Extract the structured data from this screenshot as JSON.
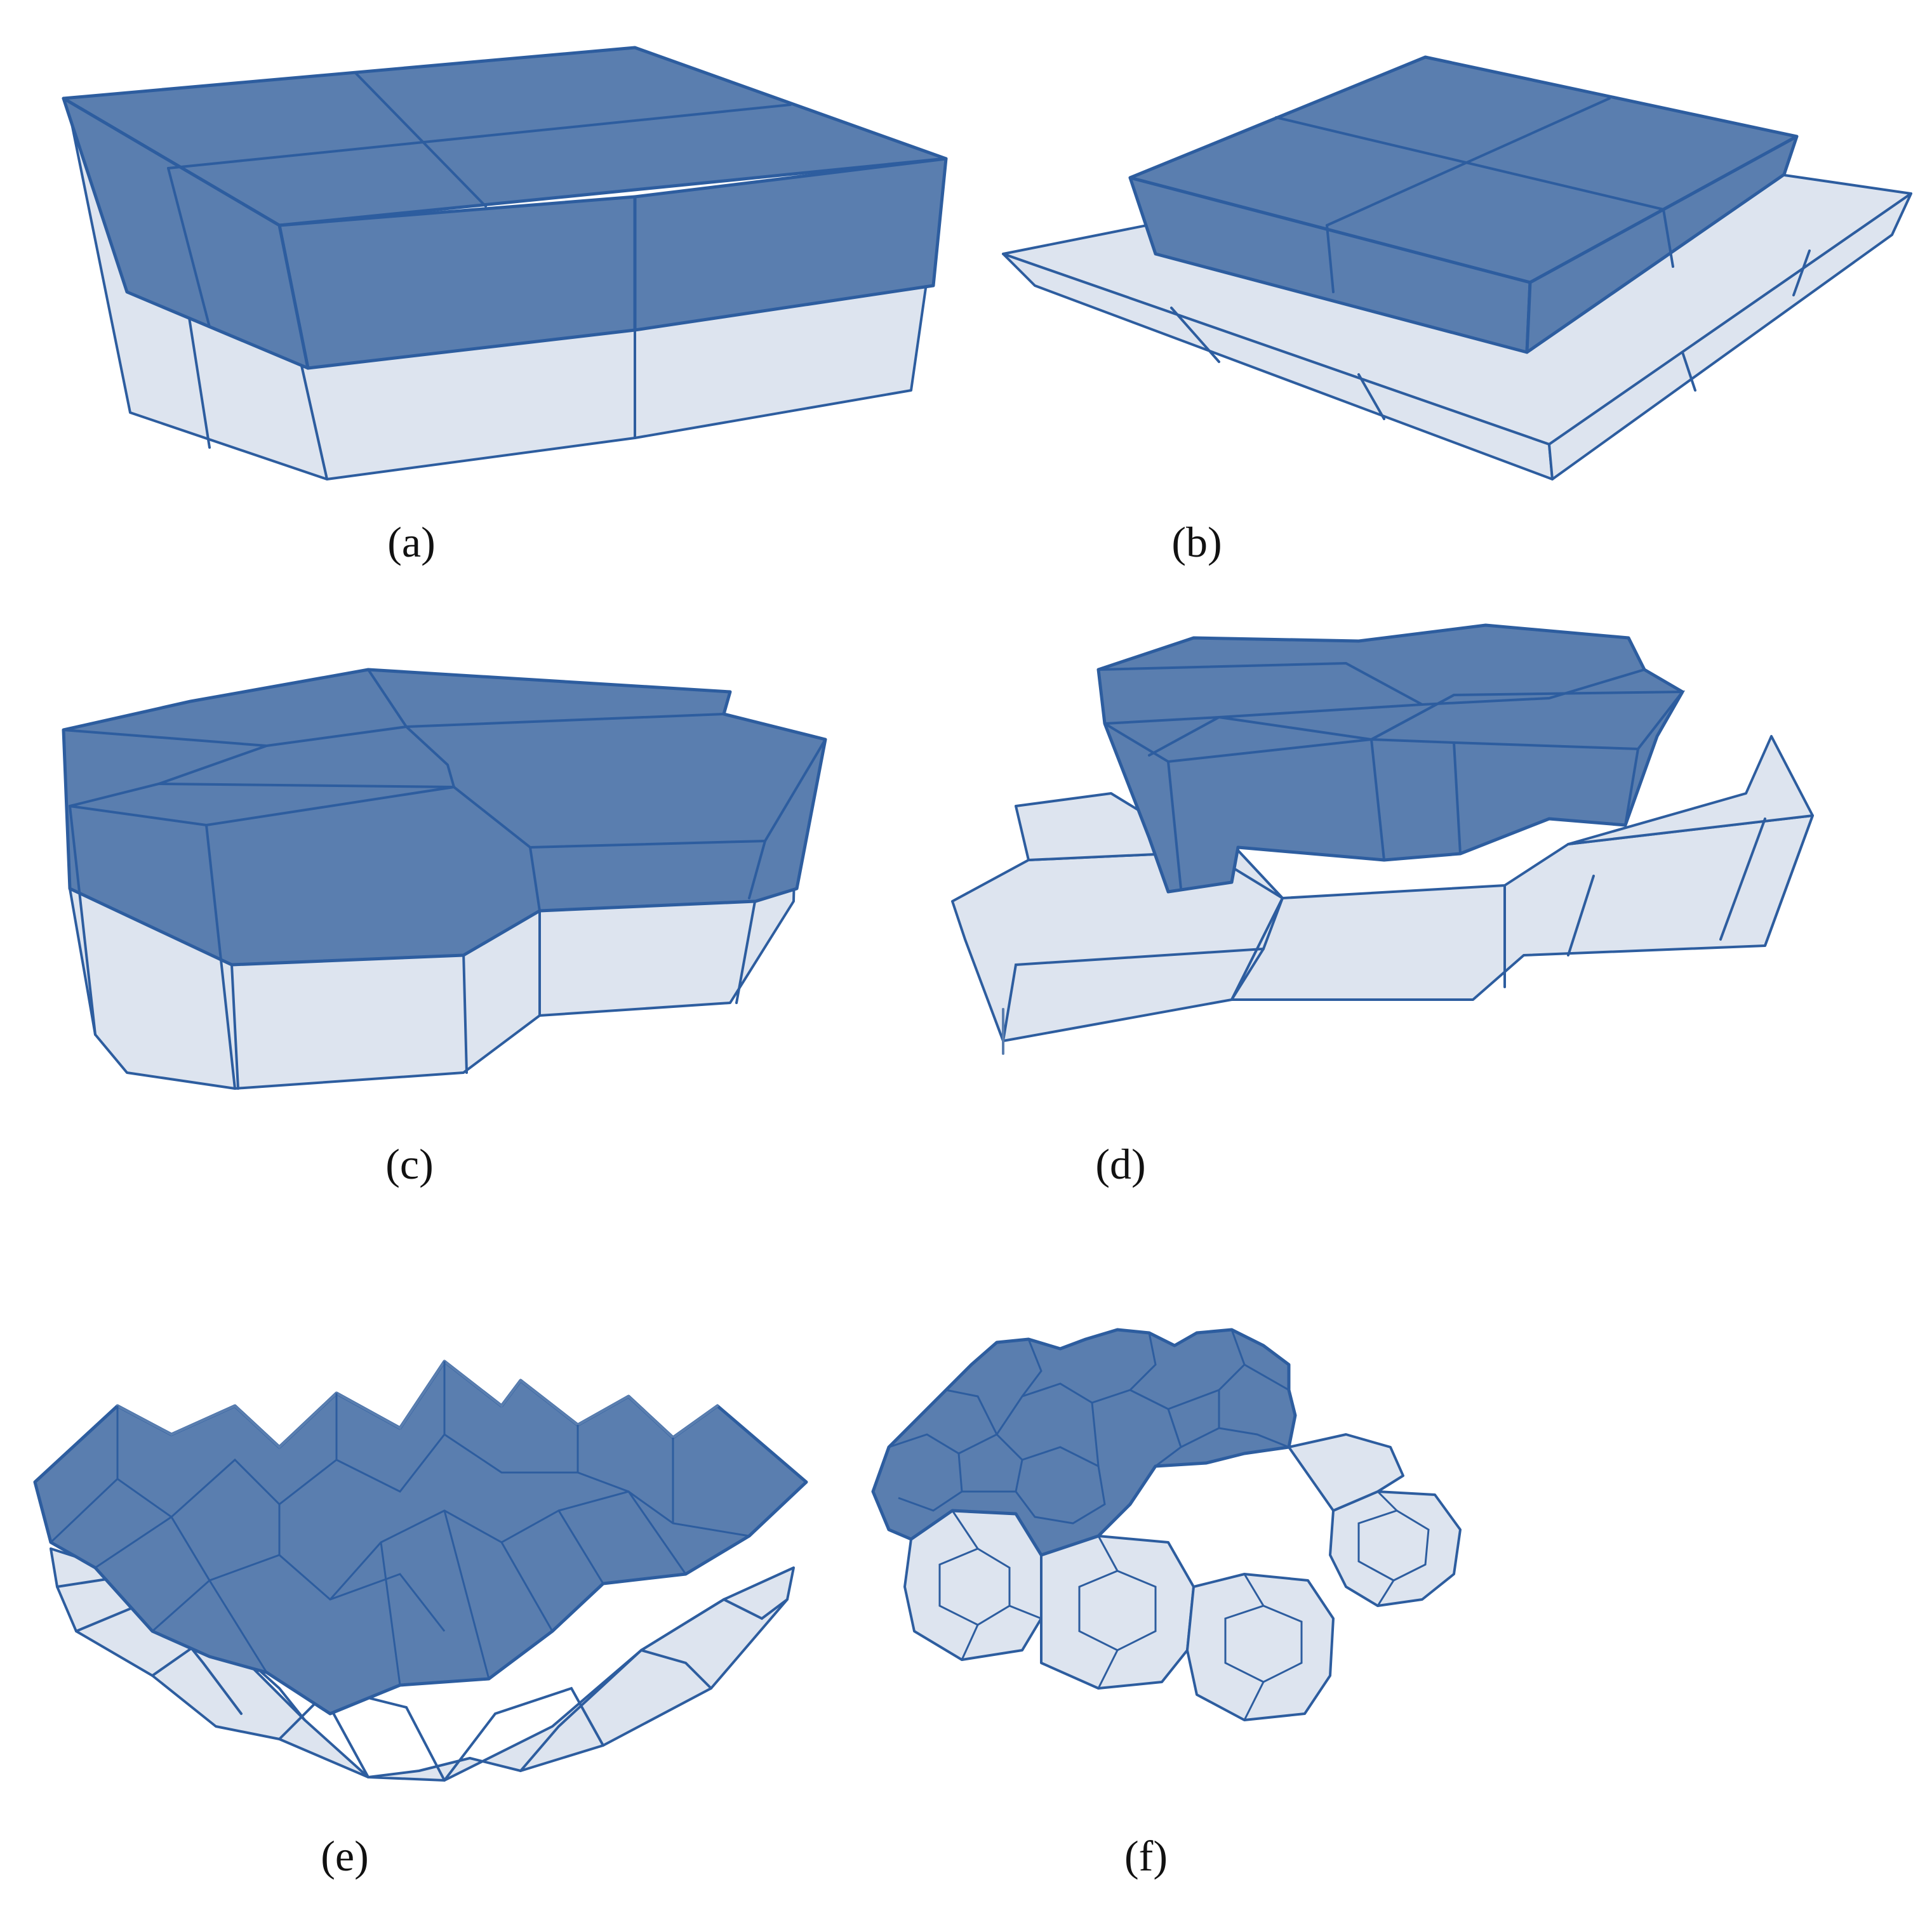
{
  "colors": {
    "occupied_cell": "#5a7eaf",
    "empty_cell": "#dde4ef",
    "edge": "#2d5d9f",
    "background": "#ffffff"
  },
  "panels": [
    {
      "key": "a",
      "label": "(a)",
      "cell_shape": "square-prism",
      "layers": 2,
      "filled_layers": "upper"
    },
    {
      "key": "b",
      "label": "(b)",
      "cell_shape": "square-prism",
      "layers": 2,
      "filled_layers": "upper"
    },
    {
      "key": "c",
      "label": "(c)",
      "cell_shape": "hexagonal-prism",
      "layers": 2,
      "filled_layers": "upper"
    },
    {
      "key": "d",
      "label": "(d)",
      "cell_shape": "hexagonal-prism",
      "layers": 2,
      "filled_layers": "upper"
    },
    {
      "key": "e",
      "label": "(e)",
      "cell_shape": "rhombic-dodecahedron",
      "layers": 2,
      "filled_layers": "upper"
    },
    {
      "key": "f",
      "label": "(f)",
      "cell_shape": "truncated-octahedron",
      "layers": 2,
      "filled_layers": "upper"
    }
  ]
}
